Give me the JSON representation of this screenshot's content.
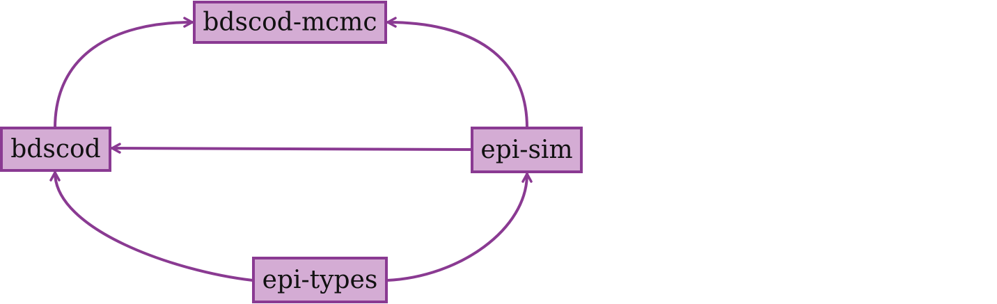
{
  "colors": {
    "node_fill": "#d4acd4",
    "node_border": "#8a3a92",
    "edge": "#8a3a92"
  },
  "nodes": {
    "bdscod_mcmc": {
      "label": "bdscod-mcmc"
    },
    "bdscod": {
      "label": "bdscod"
    },
    "epi_sim": {
      "label": "epi-sim"
    },
    "epi_types": {
      "label": "epi-types"
    }
  },
  "edges": [
    {
      "from": "bdscod",
      "to": "bdscod_mcmc"
    },
    {
      "from": "epi_sim",
      "to": "bdscod_mcmc"
    },
    {
      "from": "epi_sim",
      "to": "bdscod"
    },
    {
      "from": "epi_types",
      "to": "bdscod"
    },
    {
      "from": "epi_types",
      "to": "epi_sim"
    }
  ]
}
